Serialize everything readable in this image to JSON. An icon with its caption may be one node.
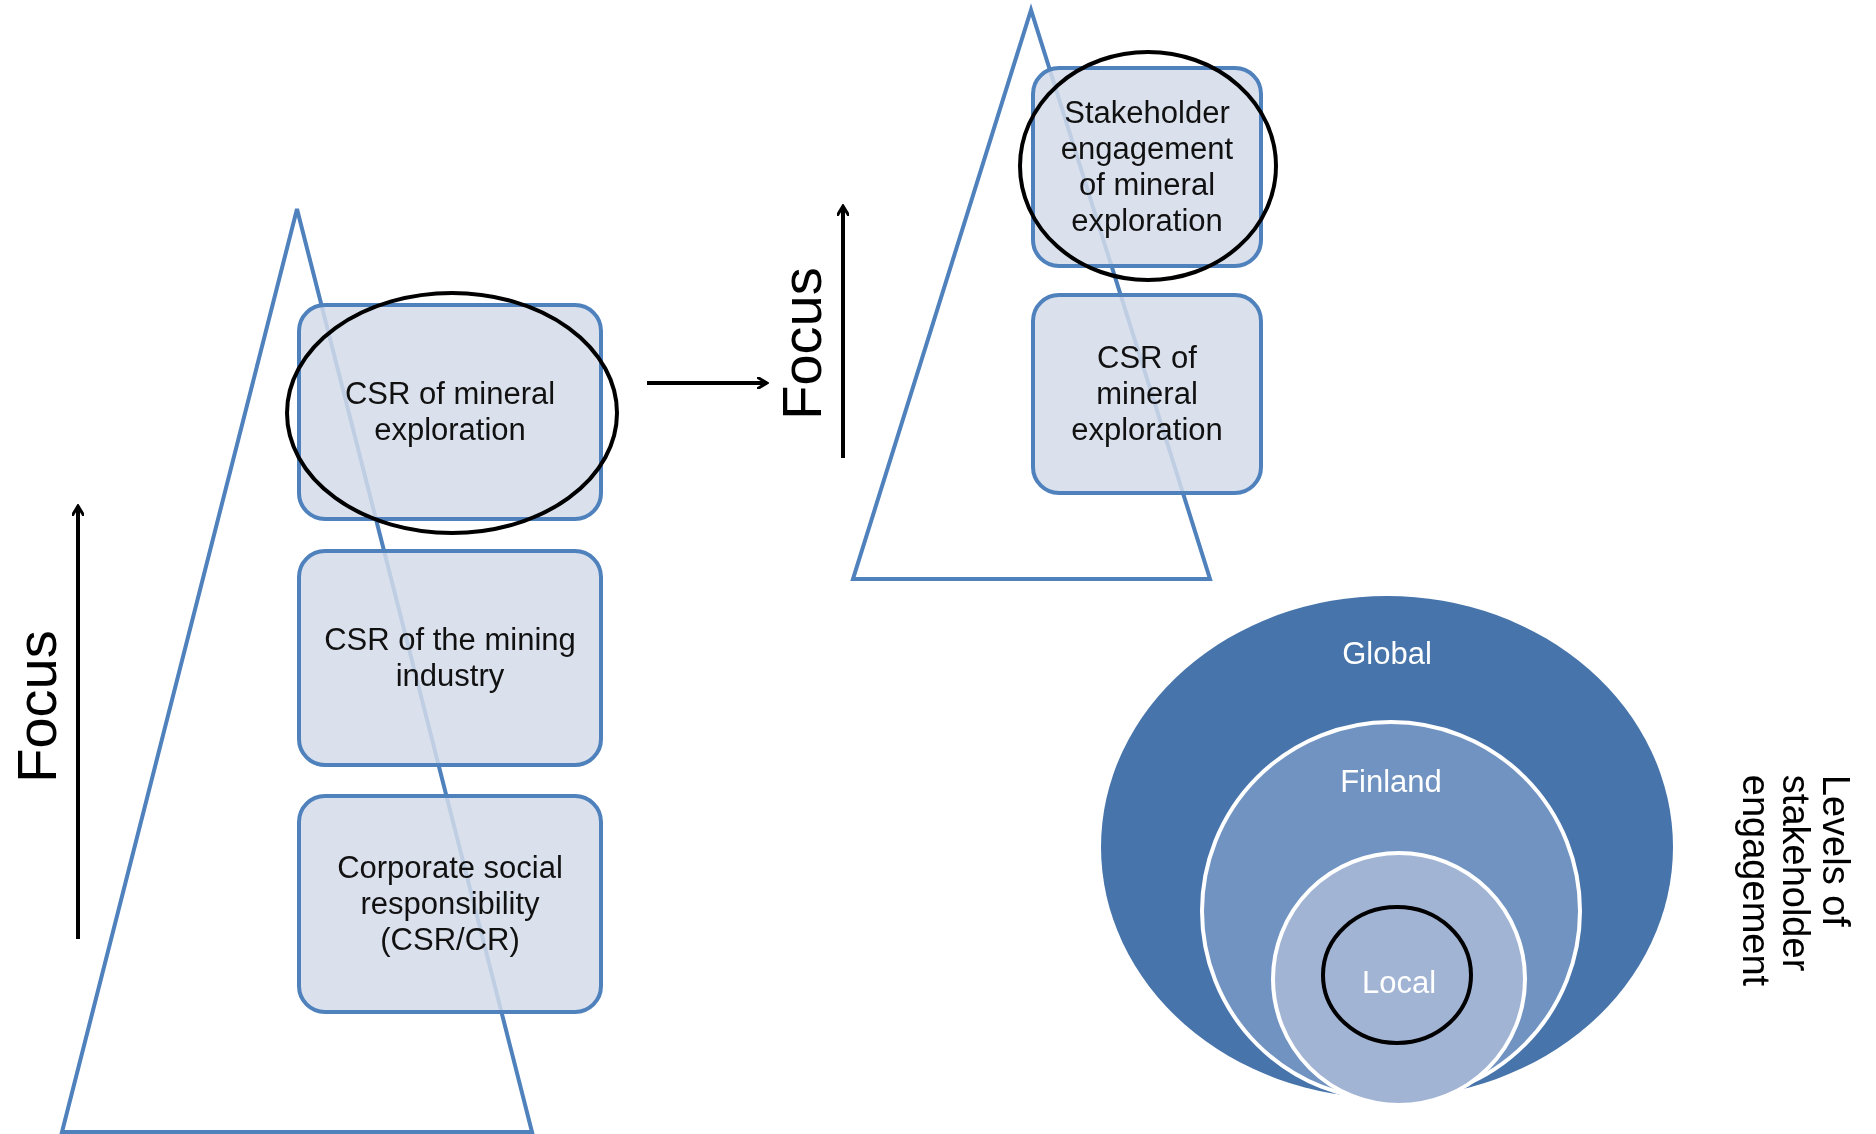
{
  "diagram": {
    "nodes": [
      {
        "text": [
          "CSR of mineral exploration"
        ]
      },
      {
        "text": [
          "CSR of the mining industry"
        ]
      },
      {
        "text": [
          "Corporate social responsibility (CSR/CR)"
        ]
      },
      {
        "text": [
          "Stakeholder engagement of mineral exploration"
        ]
      },
      {
        "text": [
          "CSR of mineral exploration"
        ]
      },
      {
        "text": [
          "Global"
        ]
      },
      {
        "text": [
          "Finland"
        ],
        "in": 5
      },
      {
        "text": [
          "Local"
        ],
        "in": 6
      },
      {
        "text": [
          "Focus"
        ]
      }
    ],
    "edges": [
      {
        "from": 0,
        "to": 8,
        "arrow": "to"
      }
    ],
    "labels": [
      "Focus",
      "Levels of stakeholder engagement"
    ]
  }
}
